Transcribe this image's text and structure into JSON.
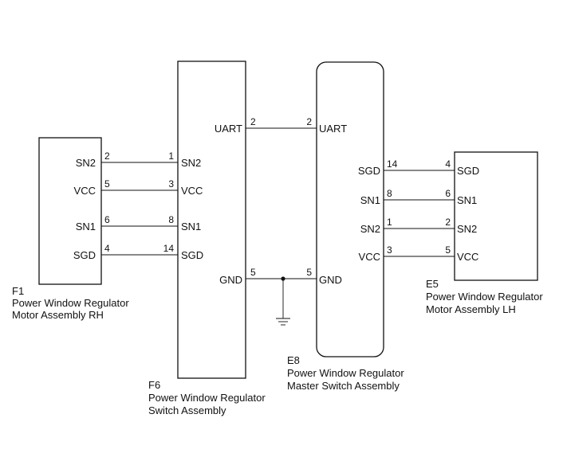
{
  "components": {
    "f1": {
      "code": "F1",
      "name_line1": "Power Window Regulator",
      "name_line2": "Motor Assembly RH",
      "pins": [
        {
          "label": "SN2",
          "num": "2"
        },
        {
          "label": "VCC",
          "num": "5"
        },
        {
          "label": "SN1",
          "num": "6"
        },
        {
          "label": "SGD",
          "num": "4"
        }
      ]
    },
    "f6": {
      "code": "F6",
      "name_line1": "Power Window Regulator",
      "name_line2": "Switch Assembly",
      "left_pins": [
        {
          "label": "SN2",
          "num": "1"
        },
        {
          "label": "VCC",
          "num": "3"
        },
        {
          "label": "SN1",
          "num": "8"
        },
        {
          "label": "SGD",
          "num": "14"
        }
      ],
      "right_pins": [
        {
          "label": "UART",
          "num": "2"
        },
        {
          "label": "GND",
          "num": "5"
        }
      ]
    },
    "e8": {
      "code": "E8",
      "name_line1": "Power Window Regulator",
      "name_line2": "Master Switch Assembly",
      "left_pins": [
        {
          "label": "UART",
          "num": "2"
        },
        {
          "label": "GND",
          "num": "5"
        }
      ],
      "right_pins": [
        {
          "label": "SGD",
          "num": "14"
        },
        {
          "label": "SN1",
          "num": "8"
        },
        {
          "label": "SN2",
          "num": "1"
        },
        {
          "label": "VCC",
          "num": "3"
        }
      ]
    },
    "e5": {
      "code": "E5",
      "name_line1": "Power Window Regulator",
      "name_line2": "Motor Assembly LH",
      "pins": [
        {
          "label": "SGD",
          "num": "4"
        },
        {
          "label": "SN1",
          "num": "6"
        },
        {
          "label": "SN2",
          "num": "2"
        },
        {
          "label": "VCC",
          "num": "5"
        }
      ]
    }
  }
}
